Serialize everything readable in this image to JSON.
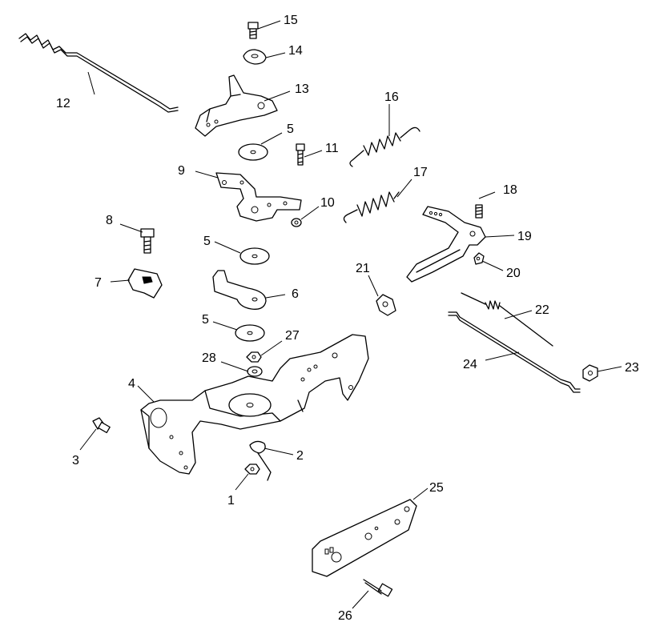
{
  "diagram": {
    "callouts": [
      {
        "id": "c1",
        "text": "1"
      },
      {
        "id": "c2",
        "text": "2"
      },
      {
        "id": "c3",
        "text": "3"
      },
      {
        "id": "c4",
        "text": "4"
      },
      {
        "id": "c5a",
        "text": "5"
      },
      {
        "id": "c5b",
        "text": "5"
      },
      {
        "id": "c5c",
        "text": "5"
      },
      {
        "id": "c6",
        "text": "6"
      },
      {
        "id": "c7",
        "text": "7"
      },
      {
        "id": "c8",
        "text": "8"
      },
      {
        "id": "c9",
        "text": "9"
      },
      {
        "id": "c10",
        "text": "10"
      },
      {
        "id": "c11",
        "text": "11"
      },
      {
        "id": "c12",
        "text": "12"
      },
      {
        "id": "c13",
        "text": "13"
      },
      {
        "id": "c14",
        "text": "14"
      },
      {
        "id": "c15",
        "text": "15"
      },
      {
        "id": "c16",
        "text": "16"
      },
      {
        "id": "c17",
        "text": "17"
      },
      {
        "id": "c18",
        "text": "18"
      },
      {
        "id": "c19",
        "text": "19"
      },
      {
        "id": "c20",
        "text": "20"
      },
      {
        "id": "c21",
        "text": "21"
      },
      {
        "id": "c22",
        "text": "22"
      },
      {
        "id": "c23",
        "text": "23"
      },
      {
        "id": "c24",
        "text": "24"
      },
      {
        "id": "c25",
        "text": "25"
      },
      {
        "id": "c26",
        "text": "26"
      },
      {
        "id": "c27",
        "text": "27"
      },
      {
        "id": "c28",
        "text": "28"
      }
    ]
  }
}
